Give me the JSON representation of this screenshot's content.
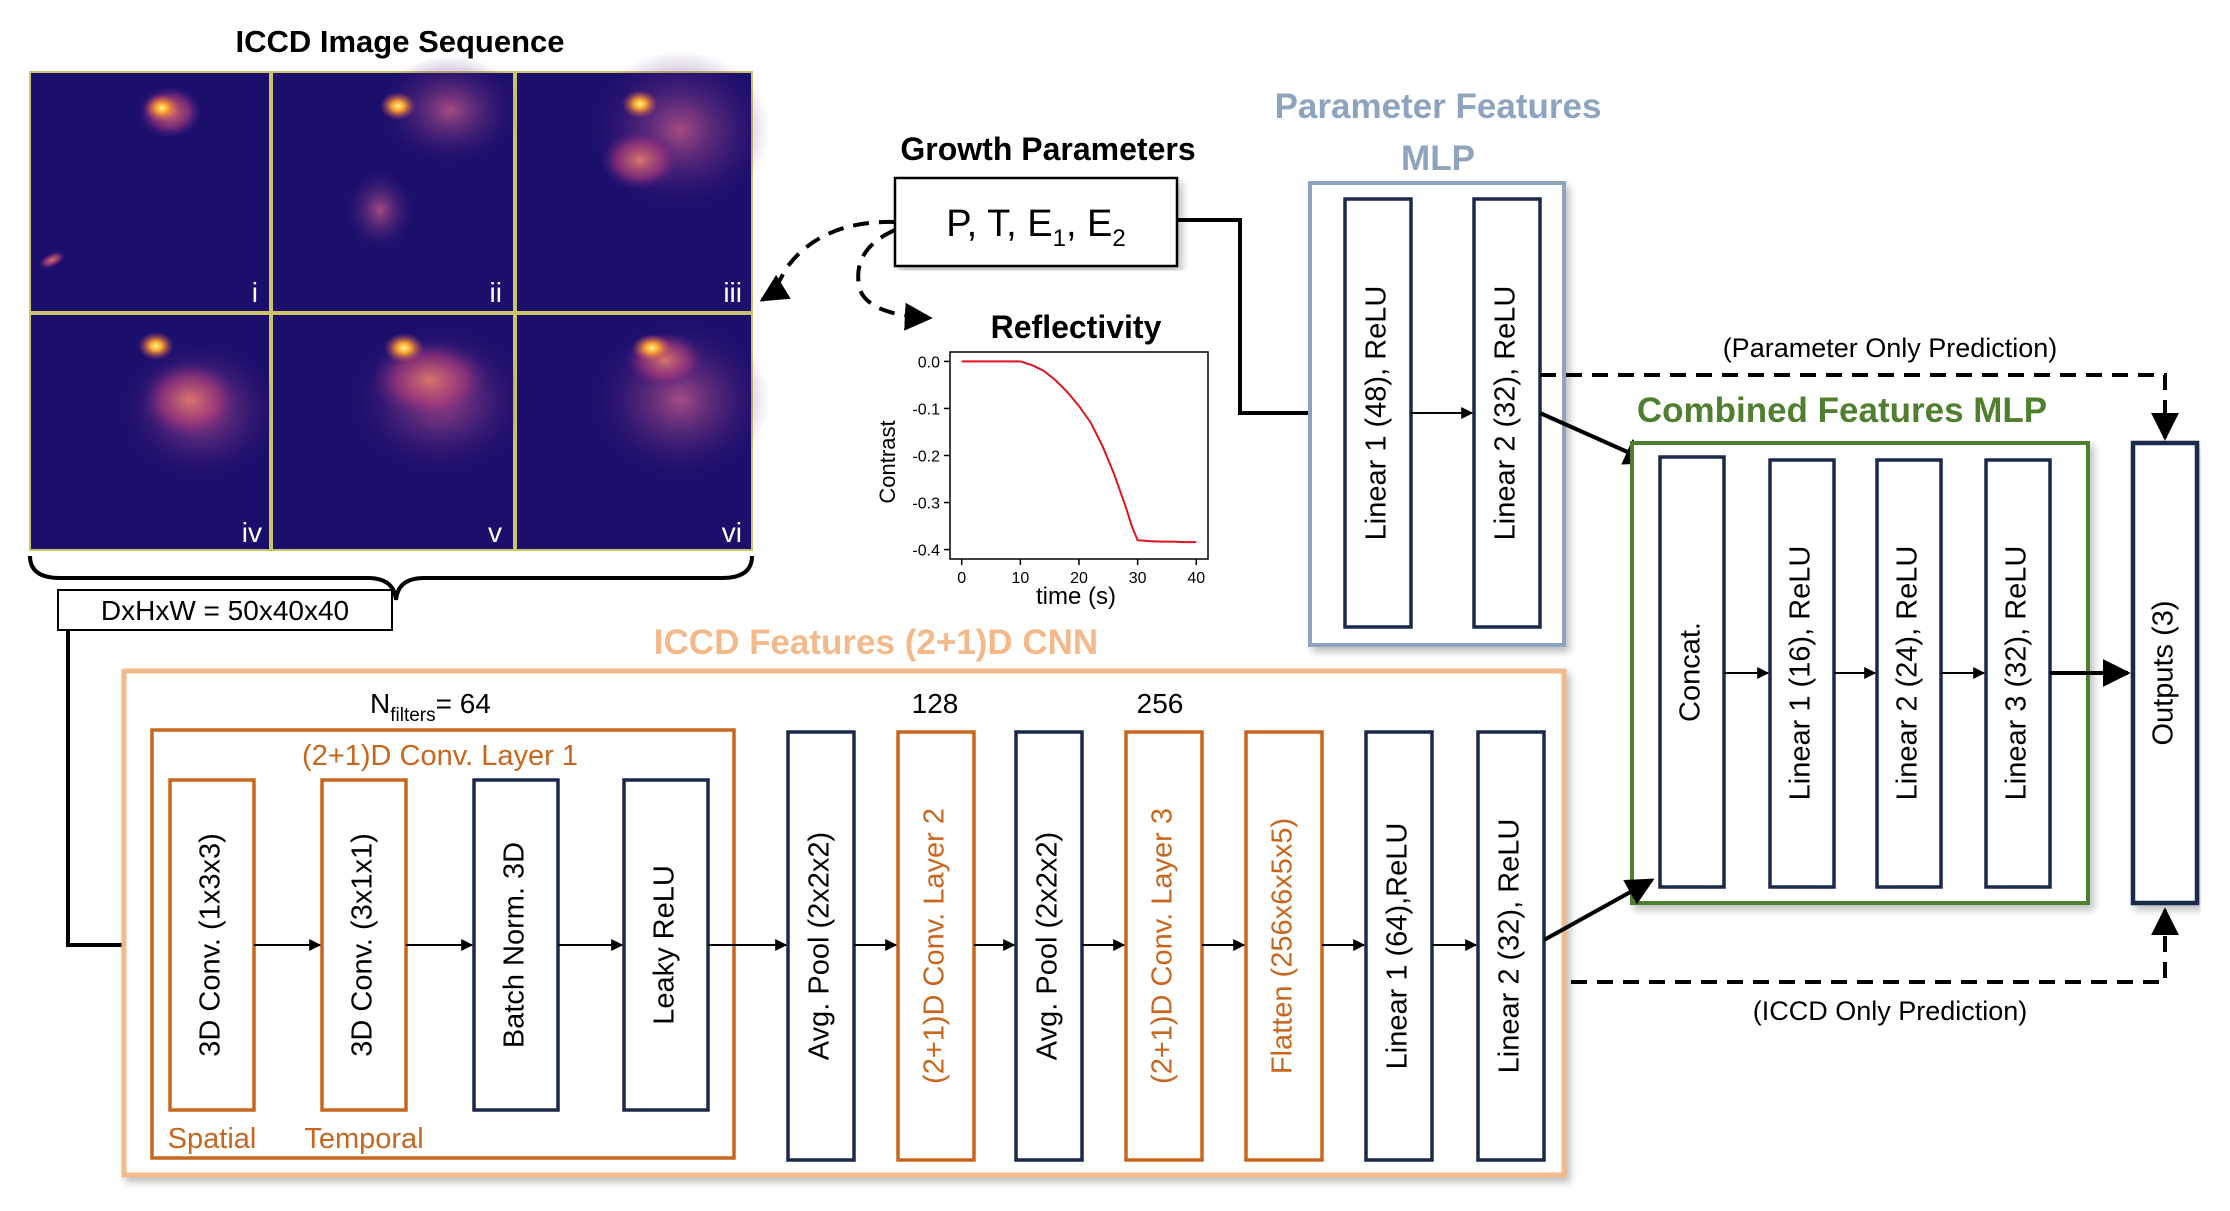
{
  "colors": {
    "navy": "#1b2a4a",
    "orange": "#c8661e",
    "peach": "#f3b98a",
    "steel": "#8ea3bd",
    "green": "#4f7f2f",
    "red": "#e0141c"
  },
  "iccd": {
    "title": "ICCD Image Sequence",
    "frames": [
      "i",
      "ii",
      "iii",
      "iv",
      "v",
      "vi"
    ],
    "dims": "DxHxW = 50x40x40"
  },
  "growth": {
    "title": "Growth Parameters",
    "params_main": "P, T, E",
    "sub1": "1",
    "sep": ", E",
    "sub2": "2"
  },
  "reflectivity": {
    "title": "Reflectivity",
    "xlabel": "time (s)",
    "ylabel": "Contrast",
    "xticks": [
      "0",
      "10",
      "20",
      "30",
      "40"
    ],
    "yticks": [
      "0.0",
      "-0.1",
      "-0.2",
      "-0.3",
      "-0.4"
    ]
  },
  "chart_data": {
    "type": "line",
    "title": "Reflectivity",
    "xlabel": "time (s)",
    "ylabel": "Contrast",
    "xlim": [
      -2,
      42
    ],
    "ylim": [
      -0.42,
      0.02
    ],
    "series": [
      {
        "x": [
          0,
          2,
          4,
          6,
          8,
          10,
          12,
          14,
          16,
          18,
          20,
          22,
          24,
          26,
          28,
          29,
          30,
          32,
          34,
          36,
          38,
          40
        ],
        "values": [
          0.0,
          0.0,
          0.0,
          0.0,
          0.0,
          0.0,
          -0.008,
          -0.02,
          -0.04,
          -0.065,
          -0.095,
          -0.13,
          -0.18,
          -0.24,
          -0.31,
          -0.35,
          -0.38,
          -0.382,
          -0.383,
          -0.383,
          -0.384,
          -0.384
        ]
      }
    ]
  },
  "param_mlp": {
    "title_line1": "Parameter Features",
    "title_line2": "MLP",
    "layer1": "Linear 1 (48), ReLU",
    "layer2": "Linear 2 (32), ReLU"
  },
  "combined_mlp": {
    "title": "Combined Features MLP",
    "concat": "Concat.",
    "layer1": "Linear 1 (16), ReLU",
    "layer2": "Linear 2 (24), ReLU",
    "layer3": "Linear 3 (32), ReLU"
  },
  "outputs": {
    "label": "Outputs (3)"
  },
  "predictions": {
    "param_only": "(Parameter Only Prediction)",
    "iccd_only": "(ICCD Only Prediction)"
  },
  "cnn": {
    "title": "ICCD Features (2+1)D CNN",
    "nfilters_main": "N",
    "nfilters_sub": "filters",
    "nfilters_val": "= 64",
    "filters_128": "128",
    "filters_256": "256",
    "conv1_title": "(2+1)D Conv. Layer 1",
    "conv_spatial": "3D Conv. (1x3x3)",
    "conv_temporal": "3D Conv. (3x1x1)",
    "batchnorm": "Batch Norm. 3D",
    "leaky": "Leaky ReLU",
    "spatial_label": "Spatial",
    "temporal_label": "Temporal",
    "pool1": "Avg. Pool (2x2x2)",
    "conv2": "(2+1)D Conv. Layer 2",
    "pool2": "Avg. Pool (2x2x2)",
    "conv3": "(2+1)D Conv. Layer 3",
    "flatten": "Flatten (256x6x5x5)",
    "linear1": "Linear 1 (64),ReLU",
    "linear2": "Linear 2 (32), ReLU"
  }
}
